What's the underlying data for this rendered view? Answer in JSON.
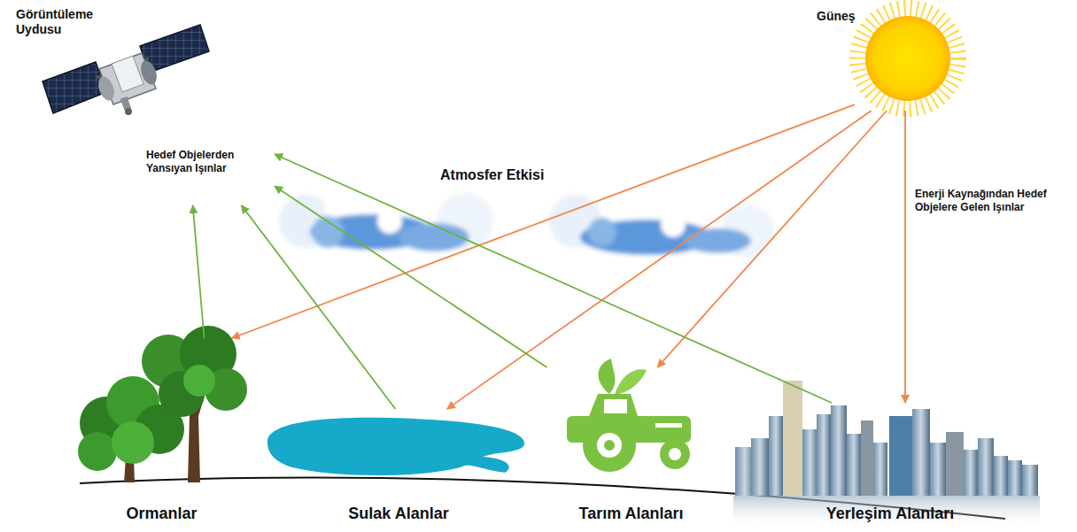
{
  "diagram": {
    "nodes": [
      {
        "text": [
          "Görüntüleme Uydusu"
        ]
      },
      {
        "text": [
          "Güneş"
        ]
      },
      {
        "text": [
          "Ormanlar"
        ]
      },
      {
        "text": [
          "Sulak Alanlar"
        ]
      },
      {
        "text": [
          "Tarım Alanları"
        ]
      },
      {
        "text": [
          "Yerleşim Alanları"
        ]
      }
    ],
    "edges": [
      {
        "from": 1,
        "to": 2,
        "arrow": "to"
      },
      {
        "from": 1,
        "to": 3,
        "arrow": "to"
      },
      {
        "from": 1,
        "to": 4,
        "arrow": "to"
      },
      {
        "from": 1,
        "to": 5,
        "arrow": "to"
      },
      {
        "from": 2,
        "to": 0,
        "arrow": "to"
      },
      {
        "from": 3,
        "to": 0,
        "arrow": "to"
      },
      {
        "from": 4,
        "to": 0,
        "arrow": "to"
      },
      {
        "from": 5,
        "to": 0,
        "arrow": "to"
      }
    ],
    "labels": [
      "Hedef Objelerden Yansıyan Işınlar",
      "Atmosfer Etkisi",
      "Enerji Kaynağından Hedef Objelere Gelen Işınlar"
    ]
  }
}
